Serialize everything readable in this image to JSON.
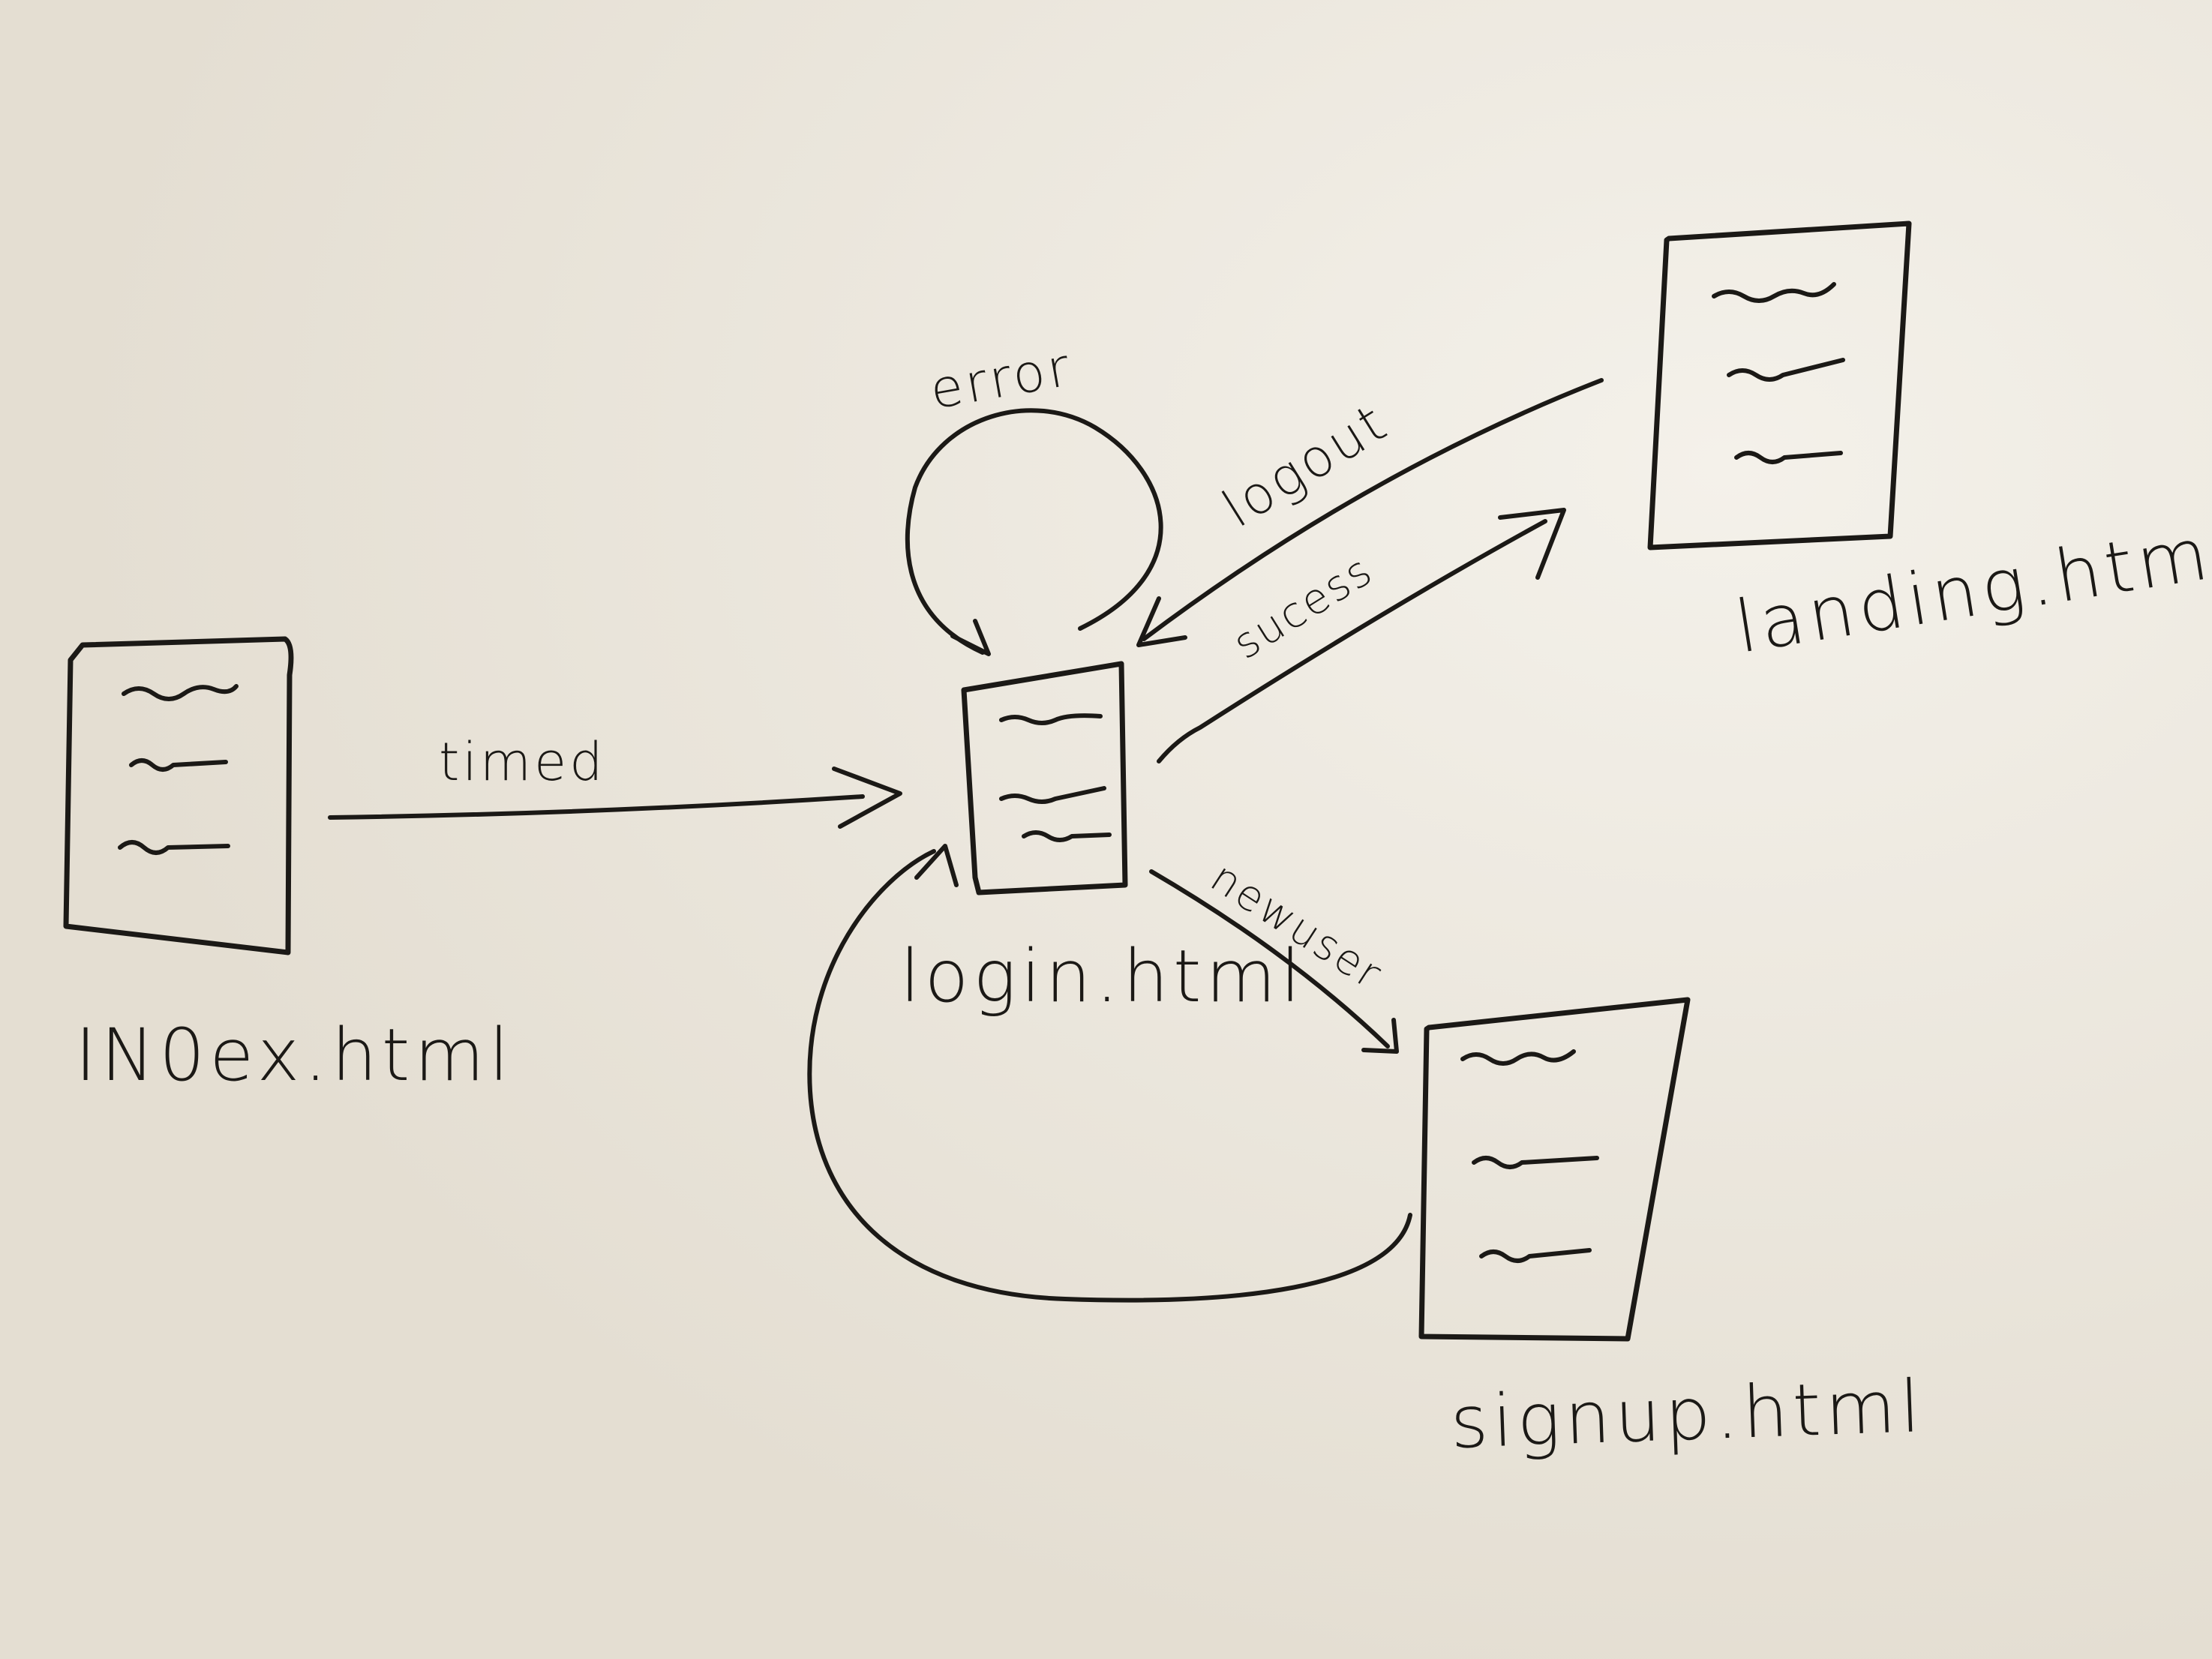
{
  "nodes": [
    {
      "id": "index",
      "label": "IN0ex.html"
    },
    {
      "id": "login",
      "label": "login.html"
    },
    {
      "id": "landing",
      "label": "landing.html"
    },
    {
      "id": "signup",
      "label": "signup.html"
    }
  ],
  "edges": [
    {
      "id": "timed",
      "from": "index",
      "to": "login",
      "label": "timed"
    },
    {
      "id": "error",
      "from": "login",
      "to": "login",
      "label": "error"
    },
    {
      "id": "logout",
      "from": "landing",
      "to": "login",
      "label": "logout"
    },
    {
      "id": "success",
      "from": "login",
      "to": "landing",
      "label": "sucess"
    },
    {
      "id": "newuser",
      "from": "login",
      "to": "signup",
      "label": "newuser"
    },
    {
      "id": "signup-return",
      "from": "signup",
      "to": "login",
      "label": ""
    }
  ],
  "colors": {
    "board": "#e9e4da",
    "ink": "#1b1916"
  }
}
